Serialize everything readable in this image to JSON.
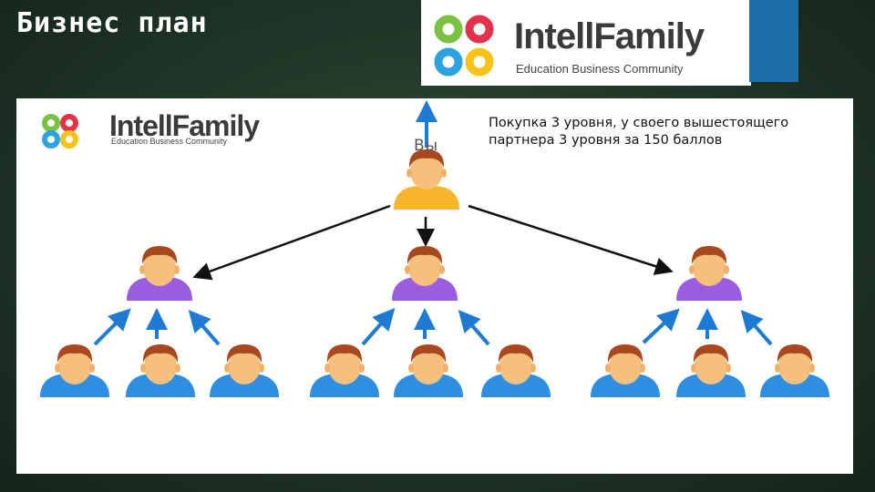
{
  "slide": {
    "title": "Бизнес план"
  },
  "brand": {
    "name": "IntellFamily",
    "tagline": "Education Business Community",
    "colors": {
      "green": "#7cc242",
      "red": "#e2334a",
      "blue": "#2ba4dd",
      "yellow": "#f7c21a",
      "dark_blue": "#1c6fa8"
    }
  },
  "diagram": {
    "you_label": "Вы",
    "description": "Покупка 3 уровня, у своего вышестоящего партнера 3 уровня за 150 баллов",
    "levels": [
      {
        "level": 1,
        "count": 1,
        "shirt_color": "#f6b52c"
      },
      {
        "level": 2,
        "count": 3,
        "shirt_color": "#9a5de0"
      },
      {
        "level": 3,
        "count": 9,
        "shirt_color": "#2f8ee0"
      }
    ]
  }
}
